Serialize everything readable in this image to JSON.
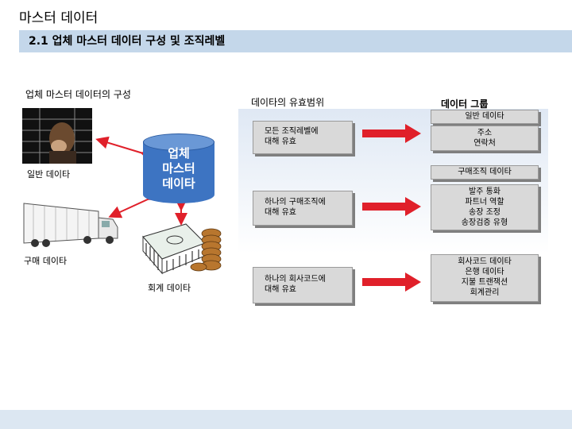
{
  "slide": {
    "title": "마스터 데이터",
    "subtitle": "2.1 업체 마스터 데이터 구성 및 조직레벨"
  },
  "columns": {
    "left_header": "업체 마스터 데이터의 구성",
    "mid_header": "데이타의  유효범위",
    "right_header": "데이터 그룹"
  },
  "center": {
    "cylinder_text": "업체\n마스터\n데이타"
  },
  "sources": {
    "general": "일반 데이타",
    "purchasing": "구매 데이타",
    "accounting": "회계 데이타"
  },
  "scope": {
    "all_org": "모든 조직레벨에\n대해 유효",
    "purch_org": "하나의 구매조직에\n대해 유효",
    "company_code": "하나의 회사코드에\n대해 유효"
  },
  "groups": {
    "general_title": "일반 데이타",
    "general_items": "주소\n연락처",
    "purch_title": "구매조직 데이타",
    "purch_items": "발주 통화\n파트너 역할\n송장 조정\n송장검증 유형",
    "cc_items": "회사코드 데이타\n은행 데이타\n지불 트랜잭션\n회계관리"
  },
  "colors": {
    "band": "#c4d7ea",
    "arrow_red": "#e0202a",
    "cylinder": "#3d74c2"
  }
}
